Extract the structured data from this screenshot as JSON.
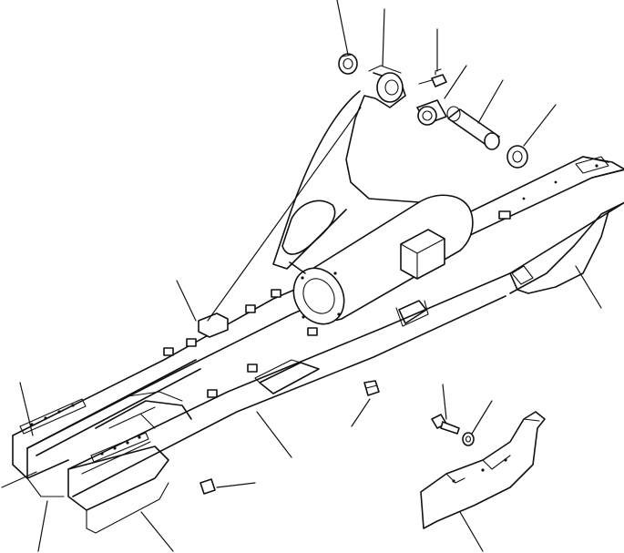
{
  "diagram": {
    "kind": "exploded-parts-view",
    "labels": [],
    "parts": [
      {
        "id": "seal-ring-left",
        "icon": "seal-ring-icon"
      },
      {
        "id": "pivot-arm",
        "icon": "arm-icon"
      },
      {
        "id": "grease-fitting",
        "icon": "fitting-icon"
      },
      {
        "id": "bushing",
        "icon": "bushing-icon"
      },
      {
        "id": "pivot-pin",
        "icon": "pin-icon"
      },
      {
        "id": "seal-ring-right",
        "icon": "seal-ring-icon"
      },
      {
        "id": "track-frame",
        "icon": "frame-icon"
      },
      {
        "id": "bolt",
        "icon": "bolt-icon"
      },
      {
        "id": "washer",
        "icon": "washer-icon"
      },
      {
        "id": "guard-plate",
        "icon": "guard-icon"
      },
      {
        "id": "nut-right",
        "icon": "nut-icon"
      },
      {
        "id": "nut-left",
        "icon": "nut-icon"
      }
    ],
    "colors": {
      "ink": "#111111",
      "paper": "#ffffff"
    }
  }
}
